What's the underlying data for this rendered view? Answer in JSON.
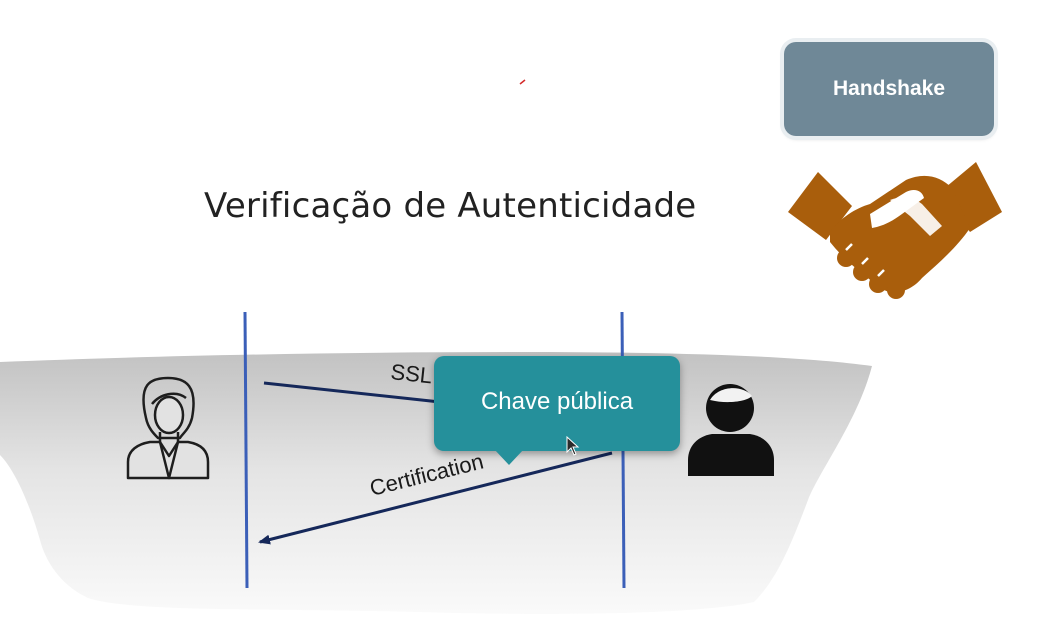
{
  "slide": {
    "title": "Verificação de Autenticidade",
    "handshake_label": "Handshake"
  },
  "diagram": {
    "arrow_top_label": "SSL",
    "arrow_bottom_label": "Certification",
    "tooltip_label": "Chave pública"
  },
  "icons": {
    "client": "woman-user-icon",
    "server": "man-user-icon",
    "handshake": "handshake-icon",
    "cursor": "mouse-cursor-icon"
  },
  "colors": {
    "handshake_box": "#6f8897",
    "handshake_icon": "#a95e0c",
    "lifeline": "#3b5fb8",
    "arrow": "#15285a",
    "tooltip": "#25909b"
  }
}
